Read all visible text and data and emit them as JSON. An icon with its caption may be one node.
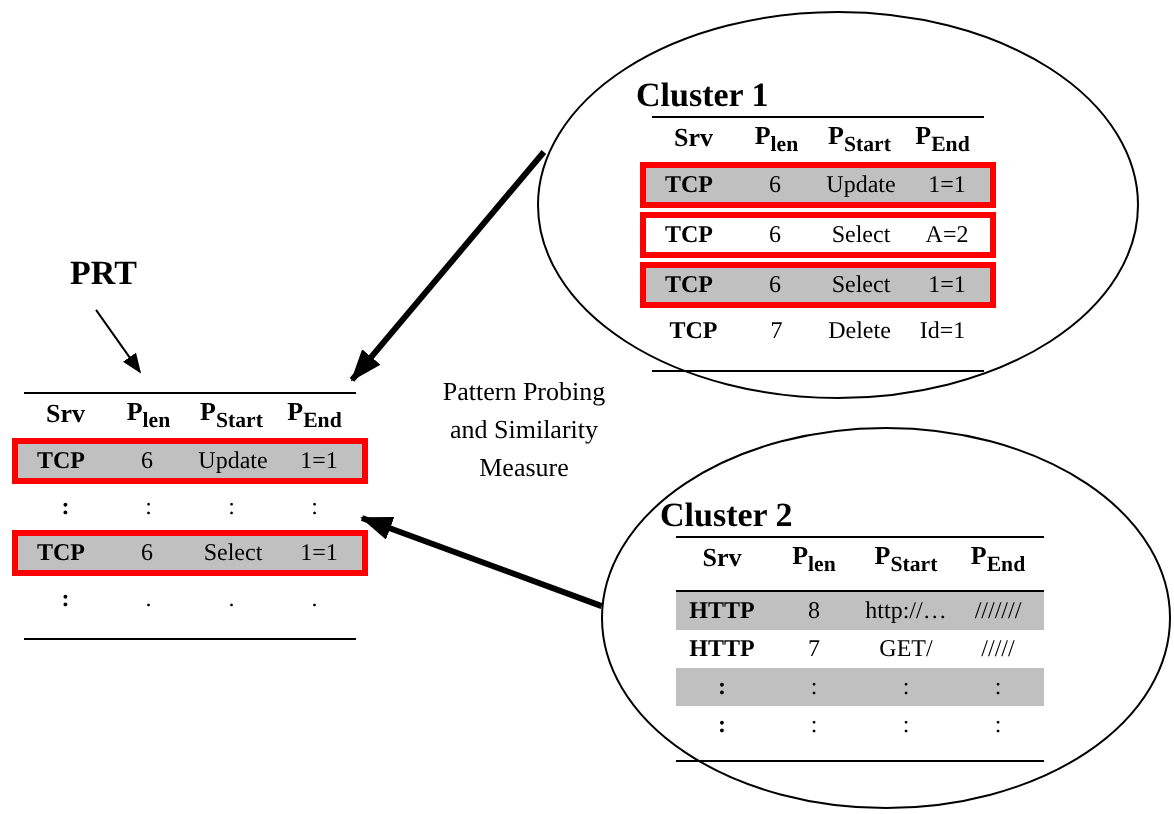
{
  "diagram": {
    "nodes": [
      {
        "text": [
          "PRT"
        ]
      },
      {
        "text": [
          "Srv",
          "P$_{len}$",
          "P$_{Start}$",
          "P$_{End}$",
          ":",
          ":",
          ":",
          ":",
          ":",
          ".",
          ".",
          "."
        ]
      },
      {
        "text": [
          "TCP",
          "6",
          "Update",
          "1=1"
        ],
        "in": 1
      },
      {
        "text": [
          "TCP",
          "6",
          "Select",
          "1=1"
        ],
        "in": 1
      },
      {
        "text": [
          "Cluster 1",
          "Srv",
          "P$_{len}$",
          "P$_{Start}$",
          "P$_{End}$",
          "TCP",
          "7",
          "Delete",
          "Id=1"
        ]
      },
      {
        "text": [
          "TCP",
          "6",
          "Update",
          "1=1"
        ],
        "in": 4
      },
      {
        "text": [
          "TCP",
          "6",
          "Select",
          "A=2"
        ],
        "in": 4
      },
      {
        "text": [
          "TCP",
          "6",
          "Select",
          "1=1"
        ],
        "in": 4
      },
      {
        "text": [
          "Cluster 2",
          "Srv",
          "P$_{len}$",
          "P$_{Start}$",
          "P$_{End}$",
          "HTTP",
          "8",
          "http://…",
          "///////",
          "HTTP",
          "7",
          "GET/",
          "/////",
          ":",
          ":",
          ":",
          ":",
          ":",
          ":",
          ":",
          ":"
        ]
      }
    ],
    "edges": [
      {
        "from": 0,
        "to": 1,
        "arrow": "to"
      },
      {
        "from": 4,
        "to": 1,
        "arrow": "to"
      },
      {
        "from": 8,
        "to": 1,
        "arrow": "to"
      }
    ],
    "labels": [
      "Pattern Probing and Similarity Measure"
    ]
  }
}
